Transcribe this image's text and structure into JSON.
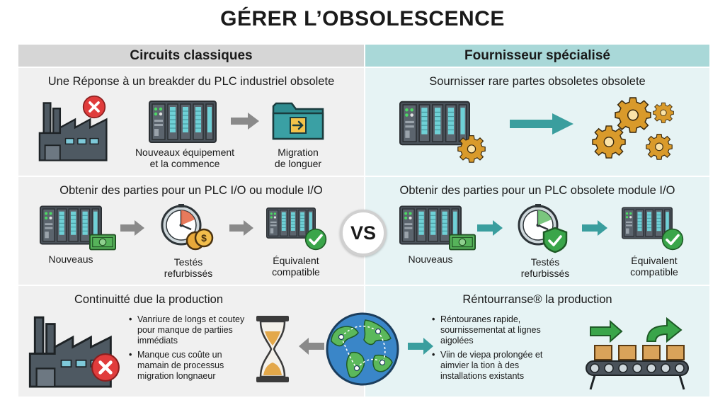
{
  "title": "GÉRER L’OBSOLESCENCE",
  "columns": {
    "left": "Circuits classiques",
    "right": "Fournisseur spécialisé"
  },
  "vs_label": "VS",
  "left_panels": {
    "p1": {
      "title": "Une Réponse à un breakder du PLC industriel obsolete",
      "caption1": "Nouveaux équipement\net la commence",
      "caption2": "Migration\nde longuer"
    },
    "p2": {
      "title": "Obtenir des parties pour un PLC I/O ou module I/O",
      "caption1": "Nouveaus",
      "caption2": "Testés\nrefurbissés",
      "caption3": "Équivalent\ncompatible"
    },
    "p3": {
      "title": "Continuitté due la production",
      "bullets": [
        "Vanriure de longs et coutey pour manque de partiies immédiats",
        "Manque cus coûte un mamain de processus migration longnaeur"
      ]
    }
  },
  "right_panels": {
    "p1": {
      "title": "Sournisser rare partes obsoletes obsolete"
    },
    "p2": {
      "title": "Obtenir des parties pour un PLC obsolete module I/O",
      "caption1": "Nouveaus",
      "caption2": "Testés\nrefurbissés",
      "caption3": "Équivalent\ncompatible"
    },
    "p3": {
      "title": "Réntourranse® la production",
      "bullets": [
        "Réntouranes rapide, sournissementat at lignes aigolées",
        "Viin de viepa prolongée et aimvier la tion à des installations existants"
      ]
    }
  },
  "colors": {
    "left_header": "#d6d6d6",
    "right_header": "#a9d8d8",
    "left_panel": "#f0f0f0",
    "right_panel": "#e6f3f4",
    "teal": "#3a9e9e",
    "gray_arrow": "#8a8a8a",
    "green_check": "#3aa54a",
    "red_x": "#e03c3c",
    "gold": "#d99a2b"
  },
  "icons": [
    "factory-icon",
    "plc-rack-icon",
    "folder-migration-icon",
    "gear-icon",
    "clock-icon",
    "coins-icon",
    "money-icon",
    "shield-check-icon",
    "check-badge-icon",
    "hourglass-icon",
    "globe-icon",
    "conveyor-icon",
    "arrow-right-icon"
  ]
}
